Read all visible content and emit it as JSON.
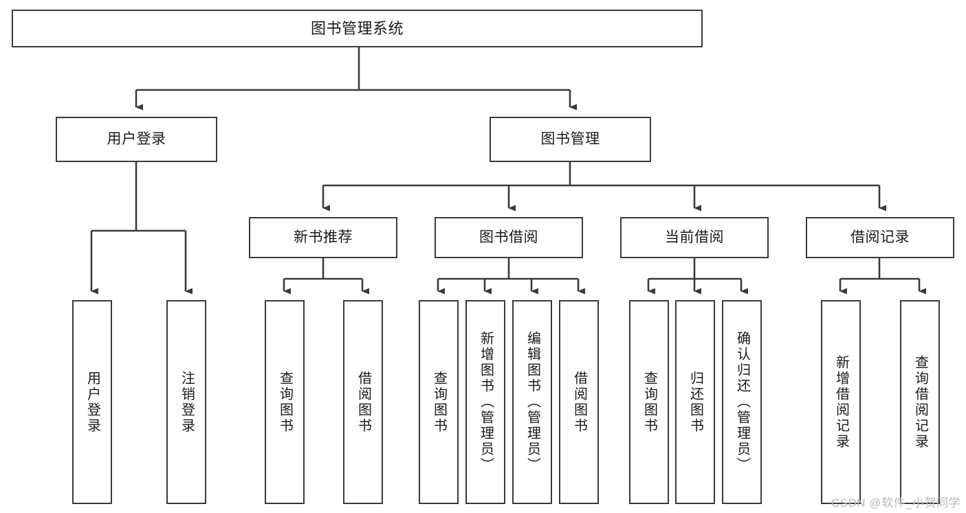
{
  "diagram": {
    "type": "tree",
    "title": "图书管理系统",
    "watermark": "CSDN @软件_小贺同学",
    "colors": {
      "box_border": "#3a3a3a",
      "box_fill": "#ffffff",
      "edge": "#3a3a3a",
      "text": "#1a1a1a",
      "watermark": "#b9b9b9"
    },
    "nodes": {
      "root": {
        "label": "图书管理系统"
      },
      "level2": [
        {
          "label": "用户登录"
        },
        {
          "label": "图书管理"
        }
      ],
      "level3": [
        {
          "label": "新书推荐"
        },
        {
          "label": "图书借阅"
        },
        {
          "label": "当前借阅"
        },
        {
          "label": "借阅记录"
        }
      ],
      "leaves": {
        "user_login": [
          {
            "label": "用户登录"
          },
          {
            "label": "注销登录"
          }
        ],
        "new_book": [
          {
            "label": "查询图书"
          },
          {
            "label": "借阅图书"
          }
        ],
        "book_borrow": [
          {
            "label": "查询图书"
          },
          {
            "label": "新增图书（管理员）"
          },
          {
            "label": "编辑图书（管理员）"
          },
          {
            "label": "借阅图书"
          }
        ],
        "current_borrow": [
          {
            "label": "查询图书"
          },
          {
            "label": "归还图书"
          },
          {
            "label": "确认归还（管理员）"
          }
        ],
        "borrow_record": [
          {
            "label": "新增借阅记录"
          },
          {
            "label": "查询借阅记录"
          }
        ]
      }
    }
  }
}
